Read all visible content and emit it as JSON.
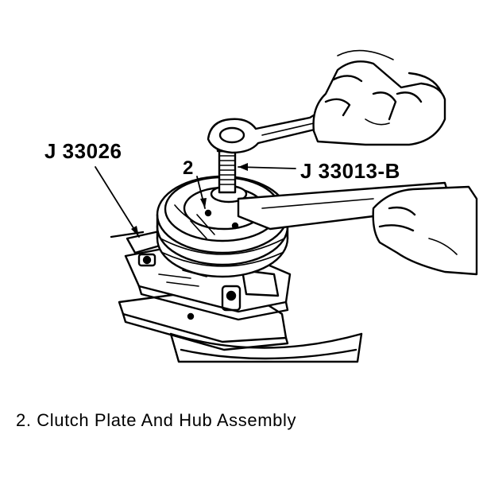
{
  "callouts": {
    "tool_left": "J 33026",
    "part_number": "2",
    "tool_right": "J 33013-B"
  },
  "caption": "2.  Clutch Plate And Hub Assembly",
  "colors": {
    "ink": "#000000",
    "paper": "#ffffff"
  }
}
